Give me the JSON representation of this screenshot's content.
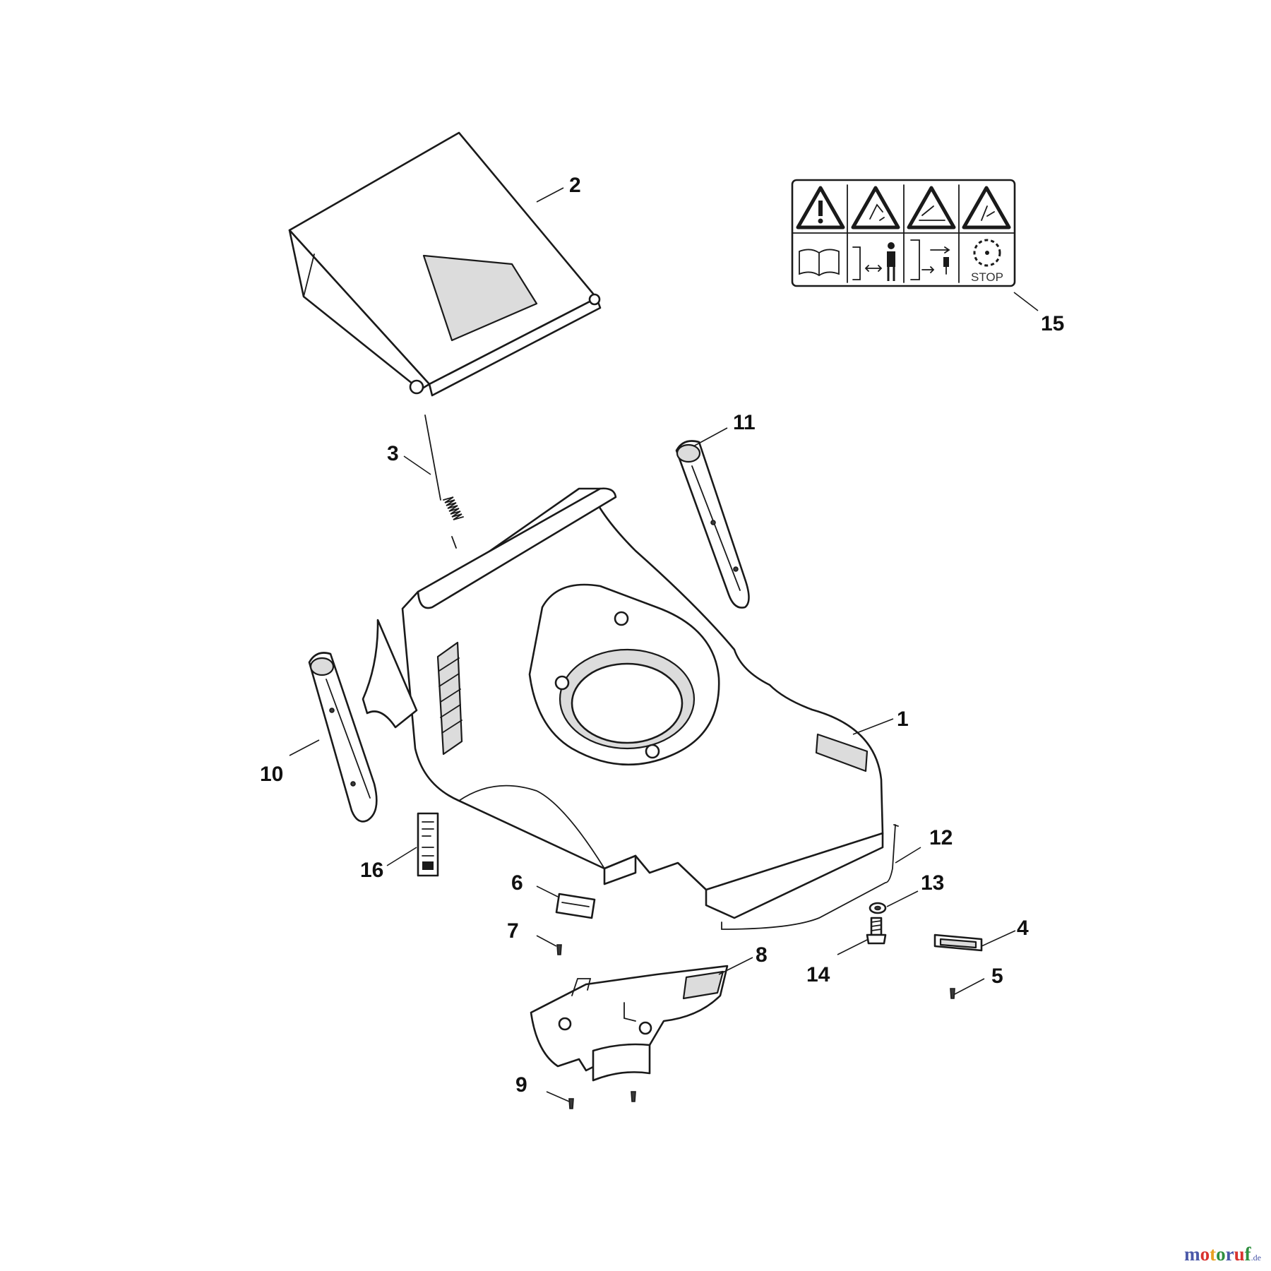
{
  "callouts": [
    "1",
    "2",
    "3",
    "4",
    "5",
    "6",
    "7",
    "8",
    "9",
    "10",
    "11",
    "12",
    "13",
    "14",
    "15",
    "16"
  ],
  "decal": {
    "stop_text": "STOP"
  },
  "watermark": {
    "letters": [
      "m",
      "o",
      "t",
      "o",
      "r",
      "u",
      "f"
    ],
    "letter_colors": [
      "#4a58a8",
      "#d8322e",
      "#e8a123",
      "#2f8f3f",
      "#4a58a8",
      "#d8322e",
      "#2f8f3f"
    ],
    "suffix": ".de"
  }
}
